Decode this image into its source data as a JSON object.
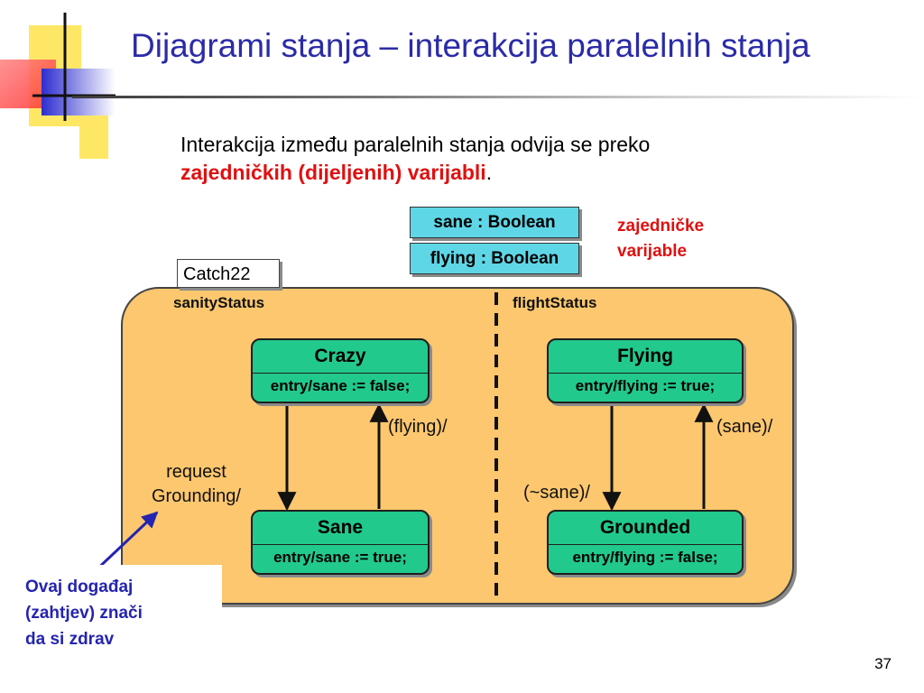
{
  "slide": {
    "title": "Dijagrami stanja – interakcija paralelnih stanja",
    "intro_line1": "Interakcija između paralelnih stanja odvija se preko",
    "intro_highlight": "zajedničkih (dijeljenih) varijabli",
    "intro_end": ".",
    "page_number": "37"
  },
  "variables": {
    "sane": "sane : Boolean",
    "flying": "flying : Boolean",
    "note_line1": "zajedničke",
    "note_line2": "varijable"
  },
  "diagram": {
    "container_name": "Catch22",
    "regions": {
      "left": "sanityStatus",
      "right": "flightStatus"
    },
    "states": {
      "crazy": {
        "name": "Crazy",
        "entry": "entry/sane := false;"
      },
      "sane": {
        "name": "Sane",
        "entry": "entry/sane := true;"
      },
      "flying": {
        "name": "Flying",
        "entry": "entry/flying := true;"
      },
      "grounded": {
        "name": "Grounded",
        "entry": "entry/flying := false;"
      }
    },
    "transitions": {
      "sane_to_crazy": "(flying)/",
      "crazy_to_sane_line1": "request",
      "crazy_to_sane_line2": "Grounding/",
      "flying_to_grounded": "(~sane)/",
      "grounded_to_flying": "(sane)/"
    }
  },
  "callout": {
    "line1": "Ovaj događaj",
    "line2": "(zahtjev) znači",
    "line3": "da si zdrav"
  },
  "colors": {
    "title": "#2b2ba8",
    "highlight": "#e01010",
    "callout": "#2424b0",
    "container": "#fcc76e",
    "state": "#22c98d",
    "variable": "#5fd6e6"
  }
}
